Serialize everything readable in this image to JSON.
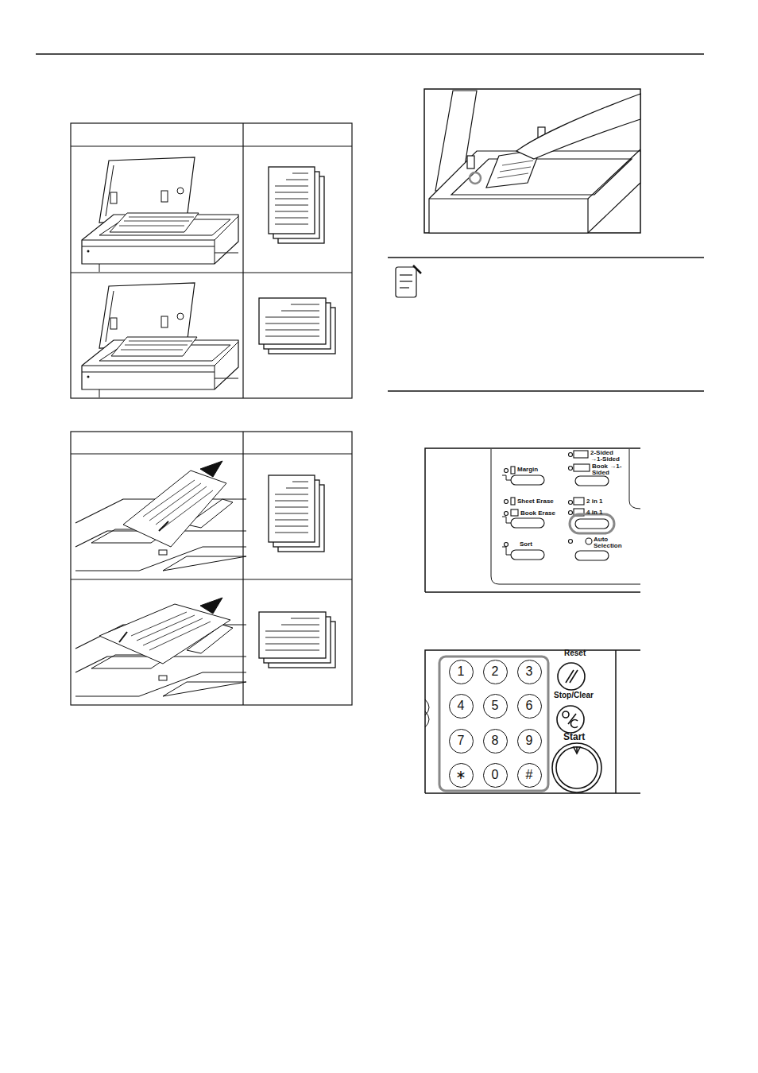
{
  "diagram": {
    "nodes": [
      {
        "text": [
          "1"
        ]
      },
      {
        "text": [
          "2"
        ]
      },
      {
        "text": [
          "3"
        ]
      },
      {
        "text": [
          "4"
        ]
      },
      {
        "text": [
          "5"
        ]
      },
      {
        "text": [
          "6"
        ]
      },
      {
        "text": [
          "7"
        ]
      },
      {
        "text": [
          "8"
        ]
      },
      {
        "text": [
          "9"
        ]
      },
      {
        "text": [
          "∗"
        ]
      },
      {
        "text": [
          "0"
        ]
      },
      {
        "text": [
          "#"
        ]
      }
    ],
    "labels": [
      "2-Sided →1-Sided",
      "Book →1-Sided",
      "Margin",
      "Sheet Erase",
      "2 in 1",
      "Book Erase",
      "4 in 1",
      "Sort",
      "Auto Selection",
      "Reset",
      "Stop/Clear",
      "Start"
    ]
  }
}
